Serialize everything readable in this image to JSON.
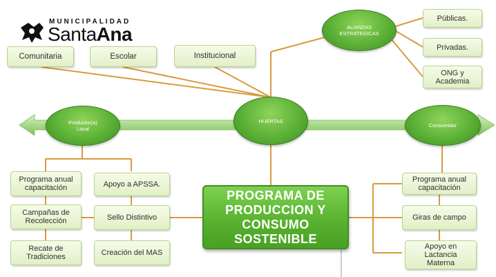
{
  "logo": {
    "subtitle": "MUNICIPALIDAD",
    "name_light": "Santa",
    "name_bold": "Ana"
  },
  "top_boxes": [
    "Comunitaria",
    "Escolar",
    "Institucional"
  ],
  "ellipses": {
    "alianzas": "ALIANZAS\nESTRATEGICAS",
    "productor": "Productor(a)\nLocal",
    "huertas": "HUERTAS",
    "consumidor": "Consumidor"
  },
  "alliances": [
    "Públicas.",
    "Privadas.",
    "ONG y\nAcademia"
  ],
  "left_col1": [
    "Programa anual\ncapacitación",
    "Campañas de\nRecolección",
    "Recate de\nTradiciones"
  ],
  "left_col2": [
    "Apoyo a APSSA.",
    "Sello Distintivo",
    "Creación del MAS"
  ],
  "central": "PROGRAMA DE\nPRODUCCION Y\nCONSUMO\nSOSTENIBLE",
  "right_col": [
    "Programa anual\ncapacitación",
    "Giras de campo",
    "Apoyo en\nLactancia\nMaterna"
  ],
  "colors": {
    "connector": "#d99a3c",
    "arrow": "#a9d98b",
    "green": "#5cb137"
  }
}
